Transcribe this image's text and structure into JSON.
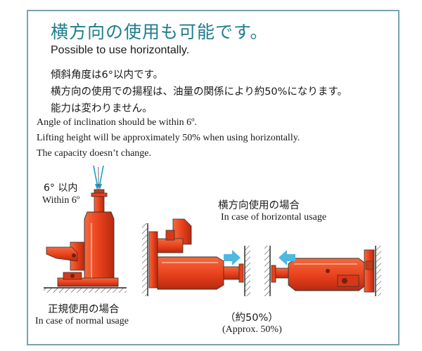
{
  "title_jp": "横方向の使用も可能です。",
  "title_en": "Possible to use horizontally.",
  "notes_jp": [
    "傾斜角度は6°以内です。",
    "横方向の使用での揚程は、油量の関係により約50%になります。",
    "能力は変わりません。"
  ],
  "notes_en": [
    "Angle of inclination should be within 6º.",
    "Lifting height will be approximately 50% when using horizontally.",
    "The capacity doesn’t change."
  ],
  "angle_label_jp": "6° 以内",
  "angle_label_en": "Within 6º",
  "normal_jp": "正規使用の場合",
  "normal_en": "In case of normal usage",
  "horizontal_jp": "横方向使用の場合",
  "horizontal_en": "In case of horizontal usage",
  "percent_jp": "（約50%）",
  "percent_en": "(Approx. 50%)",
  "colors": {
    "frame": "#7aa3ad",
    "title": "#1f7d8f",
    "jack": "#e8401c",
    "jack_dark": "#b52a10",
    "arrow": "#4fb8e0",
    "angle_arrow": "#1c9cc7"
  }
}
